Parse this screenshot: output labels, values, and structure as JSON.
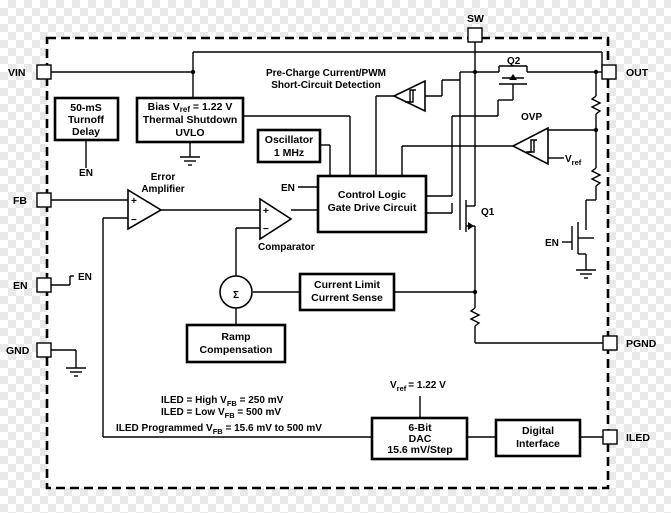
{
  "pins": {
    "vin": "VIN",
    "fb": "FB",
    "en": "EN",
    "gnd": "GND",
    "sw": "SW",
    "out": "OUT",
    "pgnd": "PGND",
    "iled": "ILED"
  },
  "blocks": {
    "delay": [
      "50-mS",
      "Turnoff",
      "Delay"
    ],
    "bias_prefix": "Bias V",
    "bias_sub": "ref",
    "bias_suffix": " = 1.22 V",
    "thermal": "Thermal Shutdown",
    "uvlo": "UVLO",
    "oscillator": [
      "Oscillator",
      "1 MHz"
    ],
    "control": [
      "Control Logic",
      "Gate Drive Circuit"
    ],
    "current_limit": [
      "Current Limit",
      "Current Sense"
    ],
    "ramp": [
      "Ramp",
      "Compensation"
    ],
    "dac": [
      "6-Bit",
      "DAC",
      "15.6 mV/Step"
    ],
    "digital": [
      "Digital",
      "Interface"
    ]
  },
  "labels": {
    "precharge": [
      "Pre-Charge Current/PWM",
      "Short-Circuit Detection"
    ],
    "error_amp": [
      "Error",
      "Amplifier"
    ],
    "comparator": "Comparator",
    "ovp": "OVP",
    "q1": "Q1",
    "q2": "Q2",
    "vref": "V",
    "vref_sub": "ref",
    "en": "EN",
    "sigma": "Σ",
    "plus": "+",
    "minus": "−",
    "dac_vref": "= 1.22 V",
    "iled_high": [
      "ILED = High V",
      "FB",
      " = 250 mV"
    ],
    "iled_low": [
      "ILED = Low V",
      "FB",
      " = 500 mV"
    ],
    "iled_prog": [
      "ILED Programmed V",
      "FB",
      " = 15.6 mV to 500 mV"
    ]
  }
}
